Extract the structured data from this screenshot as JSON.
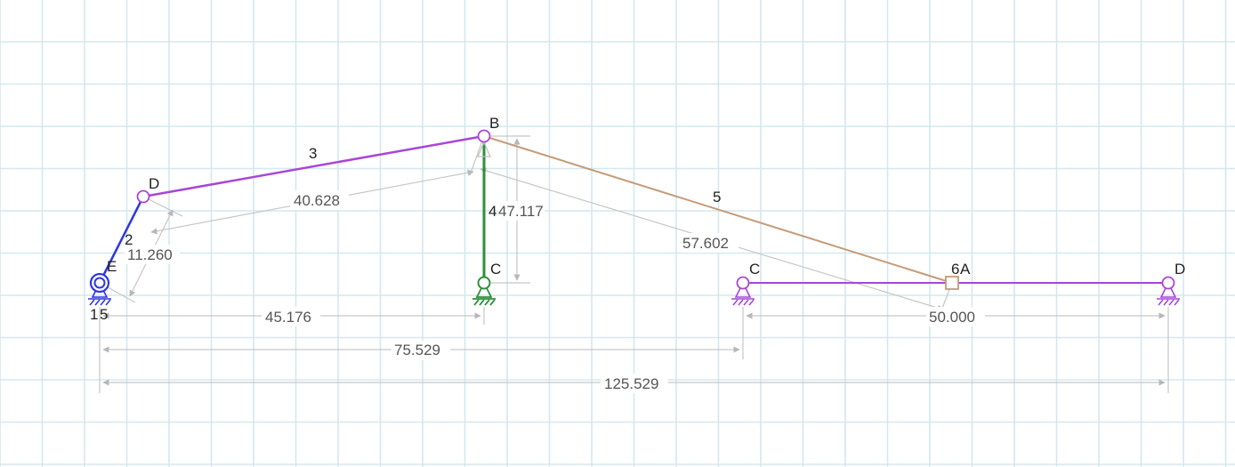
{
  "colors": {
    "grid": "#d3e8ee",
    "dim": "#c6c6c6",
    "link_blue": "#2e37e0",
    "link_purple": "#a846d8",
    "link_green": "#2f8f3a",
    "link_tan": "#c49b78",
    "text": "#222222"
  },
  "joints": {
    "E": "E",
    "D_left": "D",
    "B": "B",
    "C_mid": "C",
    "C_right": "C",
    "A": "A",
    "D_right": "D"
  },
  "links": {
    "l1": "1",
    "l5_ground": "5",
    "l2": "2",
    "l3": "3",
    "l4": "4",
    "l5": "5",
    "l6": "6"
  },
  "dimensions": {
    "d_2": "11.260",
    "d_3": "40.628",
    "d_4": "47.117",
    "d_5": "57.602",
    "d_ec": "45.176",
    "d_ec2": "75.529",
    "d_c2d": "50.000",
    "d_total": "125.529"
  }
}
